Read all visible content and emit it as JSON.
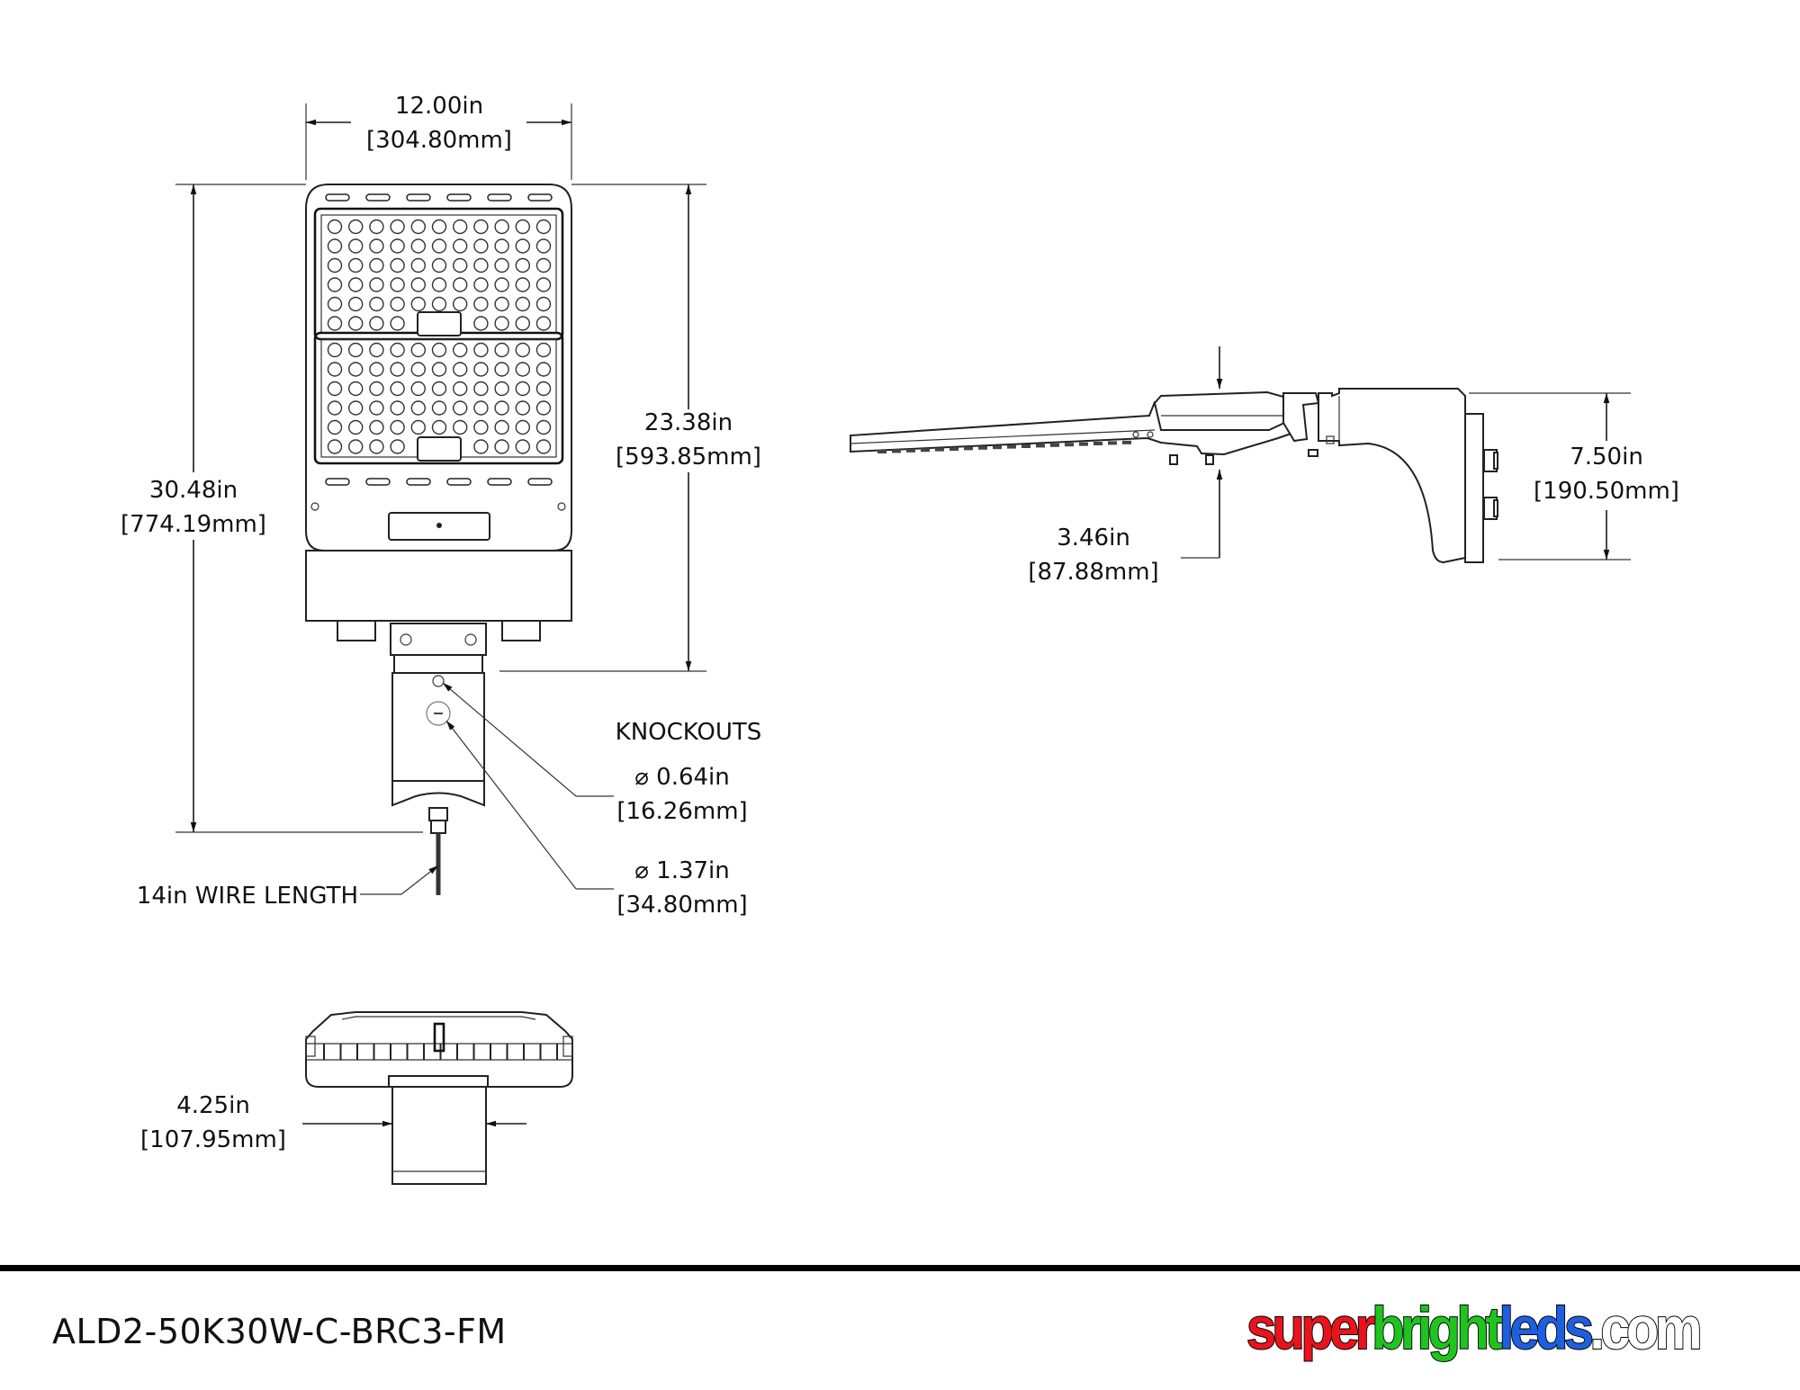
{
  "front_view": {
    "width": {
      "in": "12.00in",
      "mm": "[304.80mm]"
    },
    "overall_height": {
      "in": "30.48in",
      "mm": "[774.19mm]"
    },
    "head_height": {
      "in": "23.38in",
      "mm": "[593.85mm]"
    },
    "knockouts": {
      "title": "KNOCKOUTS",
      "small": {
        "in": "⌀ 0.64in",
        "mm": "[16.26mm]"
      },
      "large": {
        "in": "⌀ 1.37in",
        "mm": "[34.80mm]"
      }
    },
    "wire_length": "14in WIRE LENGTH"
  },
  "side_view": {
    "bracket_height": {
      "in": "7.50in",
      "mm": "[190.50mm]"
    },
    "head_thickness": {
      "in": "3.46in",
      "mm": "[87.88mm]"
    }
  },
  "bottom_view": {
    "bracket_width": {
      "in": "4.25in",
      "mm": "[107.95mm]"
    }
  },
  "footer": {
    "part_number": "ALD2-50K30W-C-BRC3-FM",
    "logo": [
      {
        "text": "super",
        "color": "#e8141b"
      },
      {
        "text": "bright",
        "color": "#1fc41f"
      },
      {
        "text": "leds",
        "color": "#1e5fe0"
      },
      {
        "text": ".com",
        "color": "#ffffff"
      }
    ]
  }
}
